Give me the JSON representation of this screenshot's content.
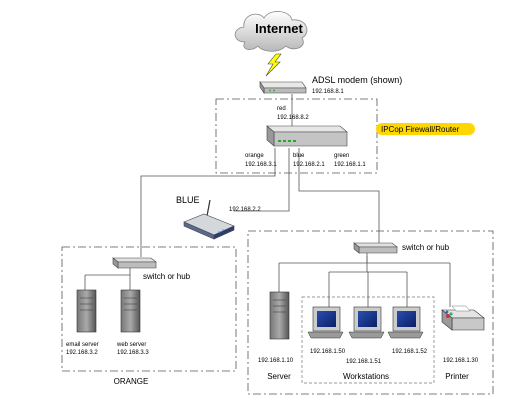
{
  "internet": {
    "label": "Internet"
  },
  "modem": {
    "label": "ADSL modem (shown)",
    "ip": "192.168.8.1"
  },
  "firewall": {
    "label": "IPCop Firewall/Router",
    "highlight_color": "#ffd700",
    "red": {
      "name": "red",
      "ip": "192.168.8.2"
    },
    "orange": {
      "name": "orange",
      "ip": "192.168.3.1"
    },
    "blue": {
      "name": "blue",
      "ip": "192.168.2.1"
    },
    "green": {
      "name": "green",
      "ip": "192.168.1.1"
    }
  },
  "blue_zone": {
    "label": "BLUE",
    "ap_ip": "192.168.2.2"
  },
  "orange_zone": {
    "label": "ORANGE",
    "switch_label": "switch or hub",
    "email_server": {
      "name": "email server",
      "ip": "192.168.3.2"
    },
    "web_server": {
      "name": "web server",
      "ip": "192.168.3.3"
    }
  },
  "green_zone": {
    "switch_label": "switch or hub",
    "server": {
      "ip": "192.168.1.10",
      "label": "Server"
    },
    "workstations": {
      "label": "Workstations",
      "ips": [
        "192.168.1.50",
        "192.168.1.51",
        "192.168.1.52"
      ]
    },
    "printer": {
      "ip": "192.168.1.30",
      "label": "Printer"
    }
  }
}
